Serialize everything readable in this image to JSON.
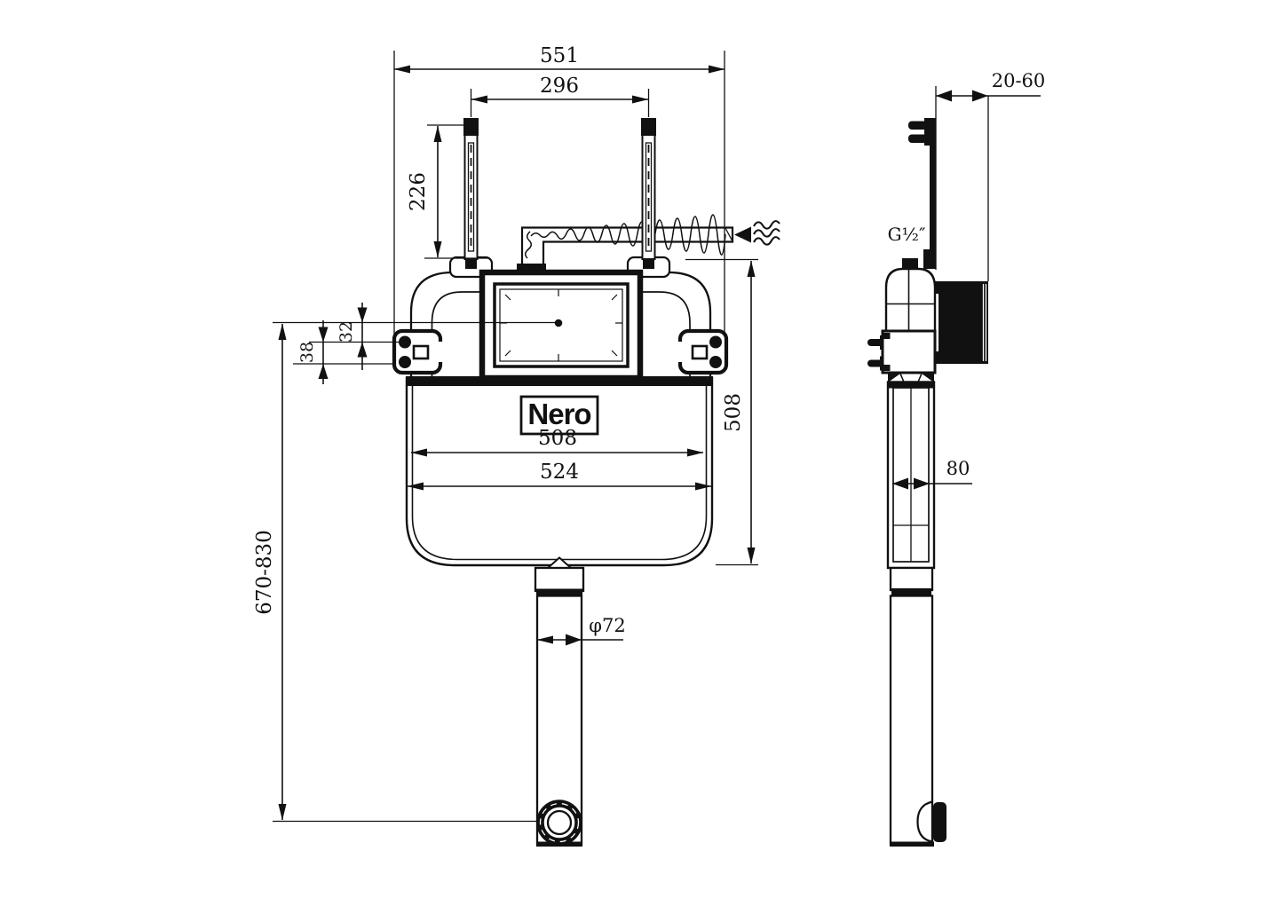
{
  "colors": {
    "ink": "#111111",
    "paper": "#ffffff"
  },
  "logo": {
    "brand": "Nero"
  },
  "front": {
    "overall_width": "551",
    "rod_spacing": "296",
    "rod_length": "226",
    "offset_32": "32",
    "offset_38": "38",
    "inner_width": "508",
    "outer_width": "524",
    "height": "508",
    "install_height": "670-830",
    "outlet_dia": "φ72"
  },
  "side": {
    "wall_range": "20-60",
    "thread": "G½″",
    "depth": "80"
  }
}
